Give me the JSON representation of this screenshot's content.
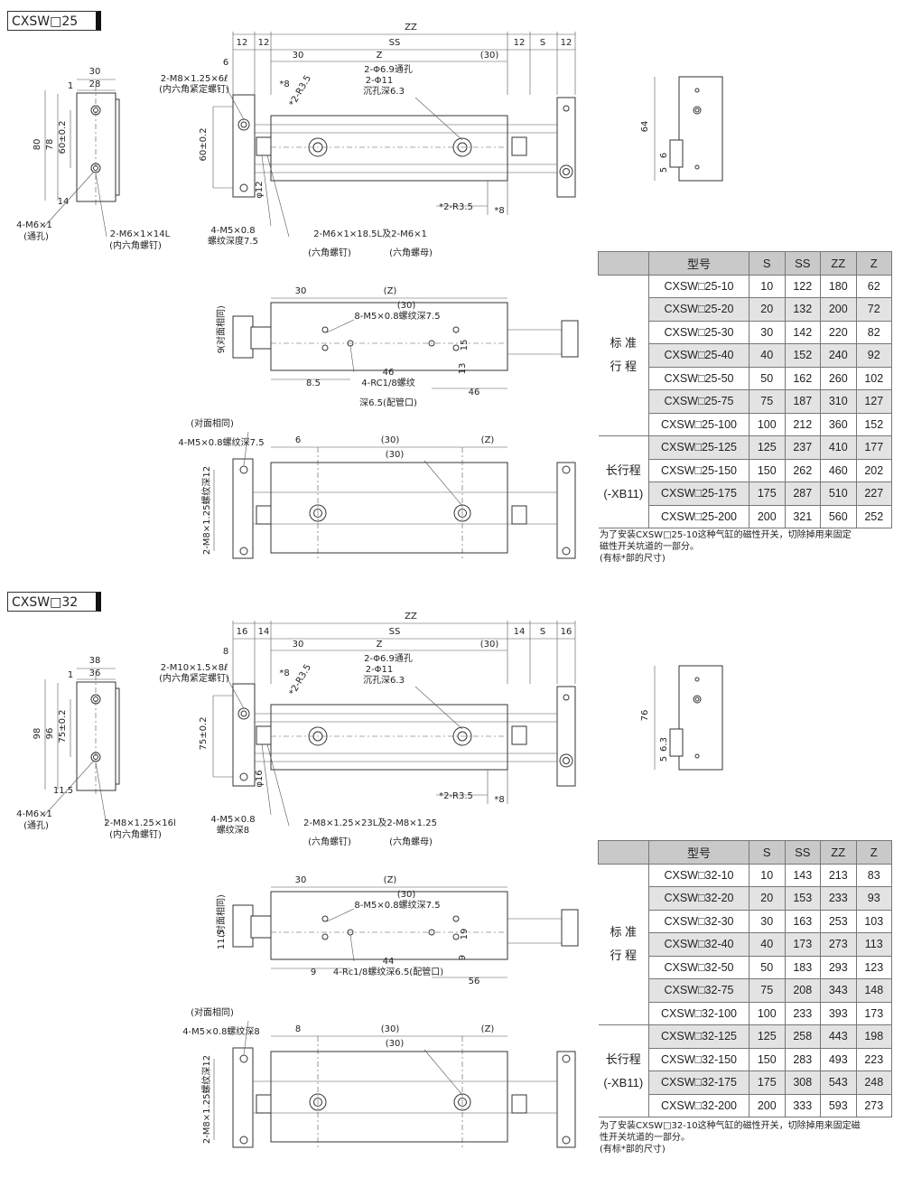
{
  "sections": [
    {
      "title": "CXSW□25",
      "labels": [
        "ZZ",
        "12",
        "12",
        "SS",
        "12",
        "S",
        "12",
        "30",
        "Z",
        "(30)",
        "6",
        "2-M8×1.25×6ℓ",
        "(内六角紧定螺钉)",
        "*8",
        "*2-R3.5",
        "2-Φ6.9通孔",
        "2-Φ11",
        "沉孔深6.3",
        "60±0.2",
        "φ12",
        "*2-R3.5",
        "*8",
        "4-M5×0.8",
        "螺纹深度7.5",
        "2-M6×1×18.5L及2-M6×1",
        "(六角螺钉)",
        "(六角螺母)",
        "30",
        "1",
        "28",
        "80",
        "78",
        "60±0.2",
        "14",
        "4-M6×1",
        "(通孔)",
        "2-M6×1×14L",
        "(内六角螺钉)",
        "64",
        "6",
        "5",
        "30",
        "(Z)",
        "(30)",
        "8-M5×0.8螺纹深7.5",
        "(对面相同)",
        "9",
        "15",
        "13",
        "8.5",
        "46",
        "46",
        "4-RC1/8螺纹",
        "深6.5(配管口)",
        "(对面相同)",
        "4-M5×0.8螺纹深7.5",
        "6",
        "(30)",
        "(Z)",
        "(30)",
        "2-M8×1.25螺纹深12",
        "60±0.2"
      ],
      "table": {
        "headers": [
          "型号",
          "S",
          "SS",
          "ZZ",
          "Z"
        ],
        "groups": [
          {
            "label_lines": [
              "标 准",
              "行 程"
            ],
            "rows": [
              [
                "CXSW□25-10",
                "10",
                "122",
                "180",
                "62"
              ],
              [
                "CXSW□25-20",
                "20",
                "132",
                "200",
                "72"
              ],
              [
                "CXSW□25-30",
                "30",
                "142",
                "220",
                "82"
              ],
              [
                "CXSW□25-40",
                "40",
                "152",
                "240",
                "92"
              ],
              [
                "CXSW□25-50",
                "50",
                "162",
                "260",
                "102"
              ],
              [
                "CXSW□25-75",
                "75",
                "187",
                "310",
                "127"
              ],
              [
                "CXSW□25-100",
                "100",
                "212",
                "360",
                "152"
              ]
            ]
          },
          {
            "label_lines": [
              "长行程",
              "(-XB11)"
            ],
            "rows": [
              [
                "CXSW□25-125",
                "125",
                "237",
                "410",
                "177"
              ],
              [
                "CXSW□25-150",
                "150",
                "262",
                "460",
                "202"
              ],
              [
                "CXSW□25-175",
                "175",
                "287",
                "510",
                "227"
              ],
              [
                "CXSW□25-200",
                "200",
                "321",
                "560",
                "252"
              ]
            ]
          }
        ]
      },
      "notes": [
        "为了安装CXSW□25-10这种气缸的磁性开关，切除掉用来固定",
        "磁性开关坑道的一部分。",
        "(有标*部的尺寸)"
      ]
    },
    {
      "title": "CXSW□32",
      "labels": [
        "ZZ",
        "16",
        "14",
        "SS",
        "14",
        "S",
        "16",
        "30",
        "Z",
        "(30)",
        "8",
        "2-M10×1.5×8ℓ",
        "(内六角紧定螺钉)",
        "*8",
        "*2-R3.5",
        "2-Φ6.9通孔",
        "2-Φ11",
        "沉孔深6.3",
        "75±0.2",
        "φ16",
        "*2-R3.5",
        "*8",
        "4-M5×0.8",
        "螺纹深8",
        "2-M8×1.25×23L及2-M8×1.25",
        "(六角螺钉)",
        "(六角螺母)",
        "38",
        "1",
        "36",
        "98",
        "96",
        "75±0.2",
        "11.5",
        "4-M6×1",
        "(通孔)",
        "2-M8×1.25×16l",
        "(内六角螺钉)",
        "76",
        "6.3",
        "5",
        "30",
        "(Z)",
        "(30)",
        "8-M5×0.8螺纹深7.5",
        "(对面相同)",
        "11.5",
        "19",
        "9",
        "9",
        "56",
        "44",
        "4-Rc1/8螺纹深6.5(配管口)",
        "",
        "(对面相同)",
        "4-M5×0.8螺纹深8",
        "8",
        "(30)",
        "(Z)",
        "(30)",
        "2-M8×1.25螺纹深12",
        "75±0.2"
      ],
      "table": {
        "headers": [
          "型号",
          "S",
          "SS",
          "ZZ",
          "Z"
        ],
        "groups": [
          {
            "label_lines": [
              "标 准",
              "行 程"
            ],
            "rows": [
              [
                "CXSW□32-10",
                "10",
                "143",
                "213",
                "83"
              ],
              [
                "CXSW□32-20",
                "20",
                "153",
                "233",
                "93"
              ],
              [
                "CXSW□32-30",
                "30",
                "163",
                "253",
                "103"
              ],
              [
                "CXSW□32-40",
                "40",
                "173",
                "273",
                "113"
              ],
              [
                "CXSW□32-50",
                "50",
                "183",
                "293",
                "123"
              ],
              [
                "CXSW□32-75",
                "75",
                "208",
                "343",
                "148"
              ],
              [
                "CXSW□32-100",
                "100",
                "233",
                "393",
                "173"
              ]
            ]
          },
          {
            "label_lines": [
              "长行程",
              "(-XB11)"
            ],
            "rows": [
              [
                "CXSW□32-125",
                "125",
                "258",
                "443",
                "198"
              ],
              [
                "CXSW□32-150",
                "150",
                "283",
                "493",
                "223"
              ],
              [
                "CXSW□32-175",
                "175",
                "308",
                "543",
                "248"
              ],
              [
                "CXSW□32-200",
                "200",
                "333",
                "593",
                "273"
              ]
            ]
          }
        ]
      },
      "notes": [
        "为了安装CXSW□32-10这种气缸的磁性开关，切除掉用来固定磁",
        "性开关坑道的一部分。",
        "(有标*部的尺寸)"
      ]
    }
  ]
}
